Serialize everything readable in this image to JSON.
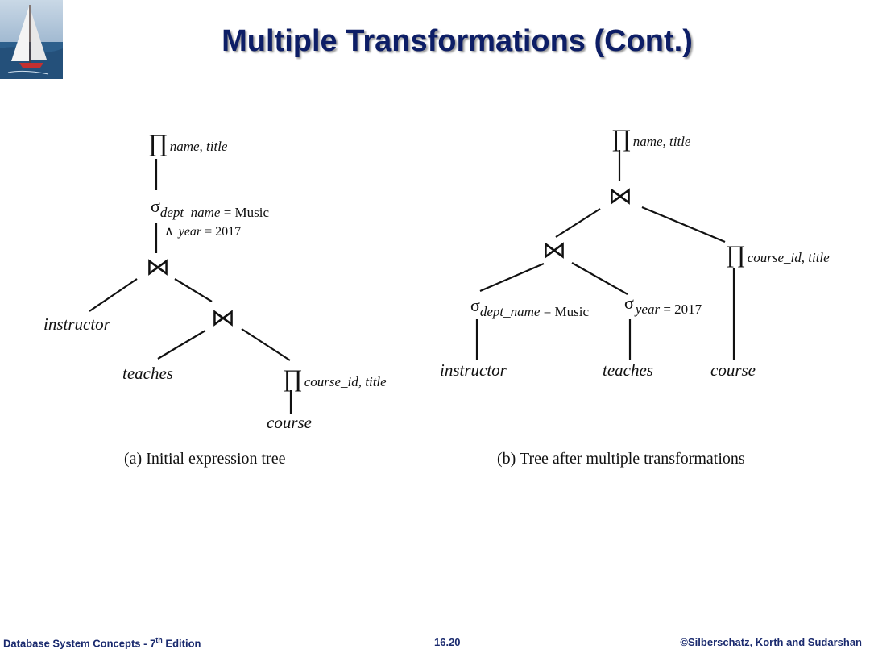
{
  "slide": {
    "title": "Multiple Transformations (Cont.)"
  },
  "tree_a": {
    "projection": {
      "symbol": "∏",
      "subscript": "name, title"
    },
    "selection": {
      "symbol": "σ",
      "line1_attr": "dept_name",
      "line1_rest": " = Music",
      "and_symbol": "∧",
      "line2_attr": "year",
      "line2_rest": " = 2017"
    },
    "join_symbol": "⋈",
    "instructor": "instructor",
    "teaches": "teaches",
    "course_projection": {
      "symbol": "∏",
      "subscript": "course_id, title"
    },
    "course": "course",
    "caption": "(a) Initial expression tree"
  },
  "tree_b": {
    "projection": {
      "symbol": "∏",
      "subscript": "name, title"
    },
    "join_symbol": "⋈",
    "course_projection": {
      "symbol": "∏",
      "subscript": "course_id, title"
    },
    "selection_dept": {
      "symbol": "σ",
      "attr": "dept_name",
      "rest": " = Music"
    },
    "selection_year": {
      "symbol": "σ",
      "attr": "year",
      "rest": " = 2017"
    },
    "instructor": "instructor",
    "teaches": "teaches",
    "course": "course",
    "caption": "(b) Tree after multiple transformations"
  },
  "footer": {
    "left_prefix": "Database System Concepts - 7",
    "left_sup": "th",
    "left_suffix": " Edition",
    "center": "16.20",
    "right": "©Silberschatz, Korth and Sudarshan"
  },
  "colors": {
    "title": "#0d1e66",
    "footer": "#1a2a6e",
    "sky": "#9fb6cf",
    "sea": "#2d5f8c"
  },
  "icons": {
    "logo": "sailboat-logo"
  }
}
